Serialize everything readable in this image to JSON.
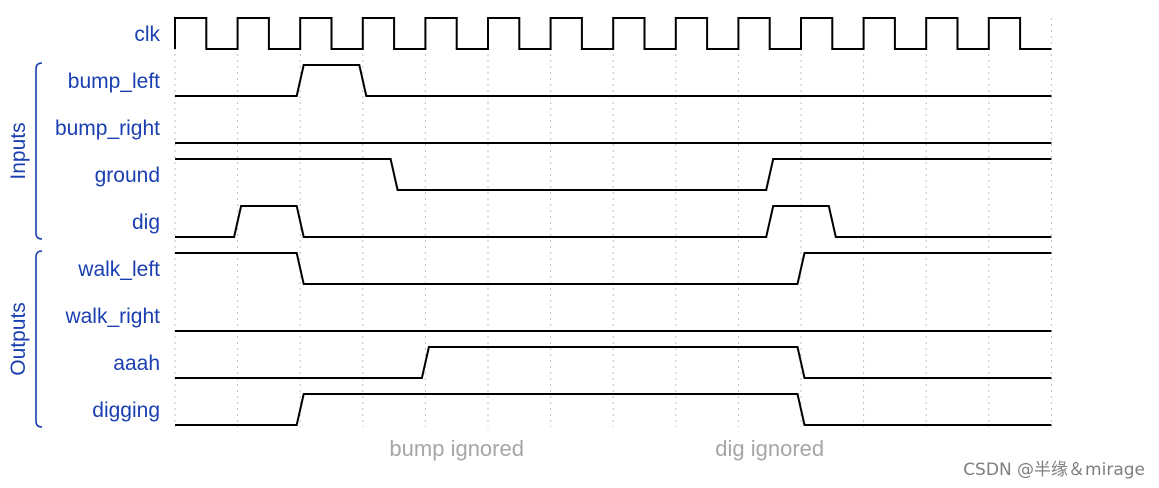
{
  "timing": {
    "cycles": 14,
    "signals": [
      {
        "name": "clk",
        "group": null,
        "clock": true
      },
      {
        "name": "bump_left",
        "group": "Inputs",
        "wave": "0000110000000000000000000000"
      },
      {
        "name": "bump_right",
        "group": "Inputs",
        "wave": "0000000000000000000000000000"
      },
      {
        "name": "ground",
        "group": "Inputs",
        "wave": "1111111000000000000111111111"
      },
      {
        "name": "dig",
        "group": "Inputs",
        "wave": "0011000000000000000110000000"
      },
      {
        "name": "walk_left",
        "group": "Outputs",
        "wave": "1111000000000000000011111111"
      },
      {
        "name": "walk_right",
        "group": "Outputs",
        "wave": "0000000000000000000000000000"
      },
      {
        "name": "aaah",
        "group": "Outputs",
        "wave": "0000000011111111111100000000"
      },
      {
        "name": "digging",
        "group": "Outputs",
        "wave": "0000111111111111111100000000"
      }
    ],
    "groups": [
      "Inputs",
      "Outputs"
    ],
    "annotations": [
      {
        "text": "bump ignored",
        "half_cycle": 9
      },
      {
        "text": "dig ignored",
        "half_cycle": 19
      }
    ]
  },
  "colors": {
    "label": "#1a3fb0",
    "wave": "#000000",
    "grid": "#bfbfbf",
    "annotation": "#a6a6a6",
    "watermark": "#7f7f7f"
  },
  "watermark": "CSDN @半缘＆mirage"
}
